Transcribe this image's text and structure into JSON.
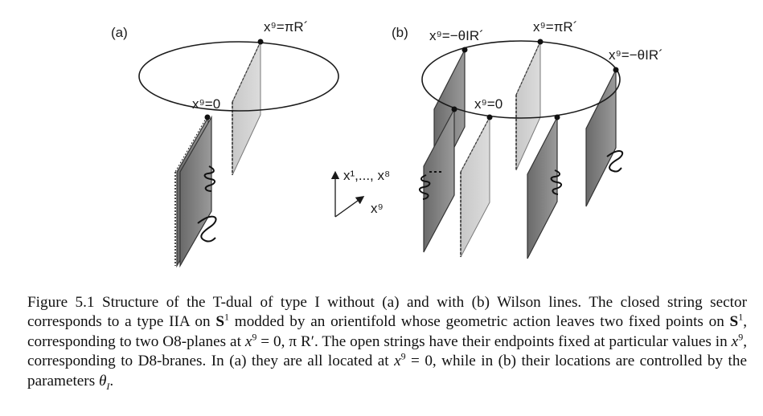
{
  "figure": {
    "panel_a": {
      "tag": "(a)",
      "top_label": "x⁹=πR´",
      "zero_label": "x⁹=0"
    },
    "panel_b": {
      "tag": "(b)",
      "left_label": "x⁹=−θIR´",
      "top_label": "x⁹=πR´",
      "right_label": "x⁹=−θIR´",
      "zero_label": "x⁹=0"
    },
    "axes": {
      "vertical_label": "x¹,..., x⁸",
      "diagonal_label": "x⁹"
    }
  },
  "caption": {
    "figure_number": "Figure 5.1",
    "part1": " Structure of the T-dual of type I without (a) and with (b) Wilson lines. The closed string sector corresponds to a type IIA on ",
    "s1": "S",
    "s1_sup": "1",
    "part2": " modded by an orientifold whose geometric action leaves two fixed points on ",
    "part3": ", corresponding to two O8-planes at ",
    "x": "x",
    "nine": "9",
    "part4": " = 0, π R′",
    "part5": ". The open strings have their endpoints fixed at particular values in ",
    "part6": ", corresponding to D8-branes. In (a) they are all located at ",
    "part7": " = 0, while in (b) their locations are controlled by the parameters ",
    "theta": "θ",
    "theta_sub": "I",
    "part8": "."
  }
}
